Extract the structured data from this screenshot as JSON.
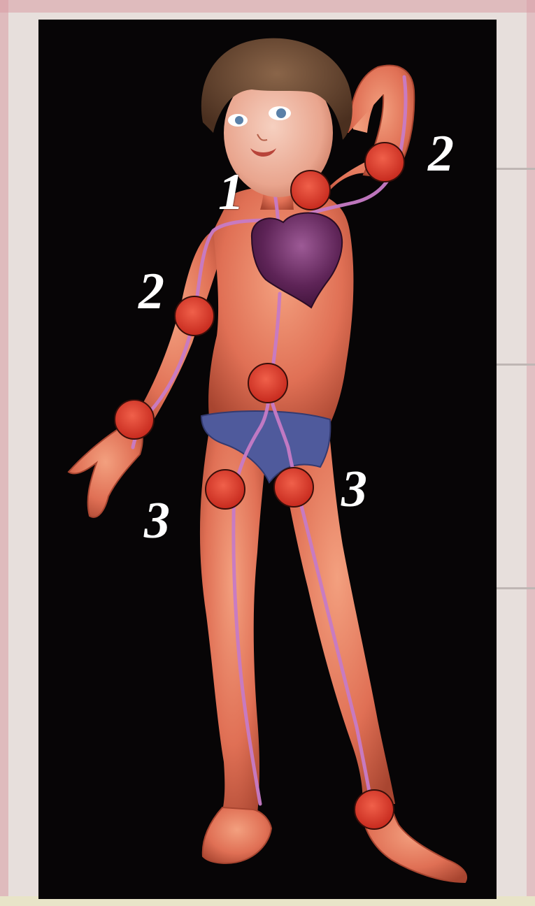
{
  "colors": {
    "frame": "#e7dfdc",
    "panel": "#070506",
    "skin": "#e8795c",
    "skin_shadow": "#b94a35",
    "vessel": "#c77bc6",
    "node_fill": "#e2422f",
    "heart": "#6b2c63",
    "briefs": "#4f5a9c",
    "hair": "#6b4a33",
    "label": "#ffffff"
  },
  "labels": {
    "neck": "1",
    "right_armpit": "2",
    "left_elbow": "2",
    "right_groin": "3",
    "left_groin": "3"
  },
  "pulse_points": [
    {
      "name": "neck"
    },
    {
      "name": "armpit-right"
    },
    {
      "name": "elbow-left"
    },
    {
      "name": "wrist-left"
    },
    {
      "name": "abdomen"
    },
    {
      "name": "groin-left"
    },
    {
      "name": "groin-right"
    },
    {
      "name": "ankle-right"
    }
  ]
}
